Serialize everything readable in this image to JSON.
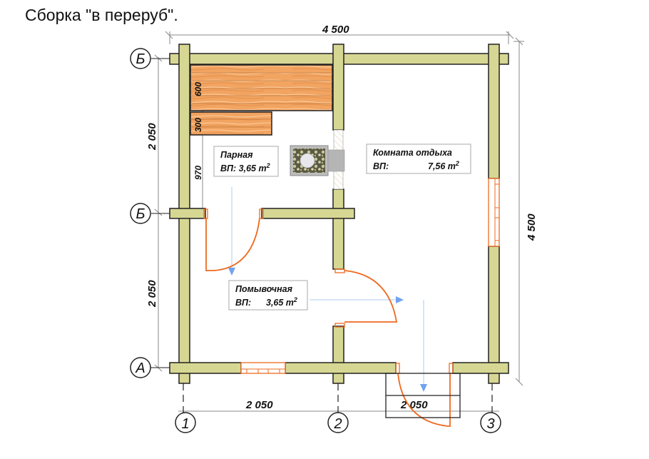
{
  "title": "Сборка \"в переруб\".",
  "dimensions": {
    "top_total": "4 500",
    "right_total": "4 500",
    "left_upper": "2 050",
    "left_lower": "2 050",
    "bottom_left": "2 050",
    "bottom_right": "2 050",
    "shelf_upper": "600",
    "shelf_lower": "300",
    "steam_depth": "970"
  },
  "axes": {
    "rows": [
      "Б",
      "Б",
      "А"
    ],
    "columns": [
      "1",
      "2",
      "3"
    ]
  },
  "rooms": [
    {
      "name": "Парная",
      "area_label": "ВП: 3,65 m",
      "area_sup": "2"
    },
    {
      "name": "Комната отдыха",
      "area_prefix": "ВП:",
      "area_value": "7,56 m",
      "area_sup": "2"
    },
    {
      "name": "Помывочная",
      "area_prefix": "ВП:",
      "area_value": "3,65 m",
      "area_sup": "2"
    }
  ],
  "colors": {
    "wall": "#d7d794",
    "wood_shelf": "#f0a060",
    "door_window": "#ee6a1f",
    "flow_arrow": "#6fa3ef"
  }
}
